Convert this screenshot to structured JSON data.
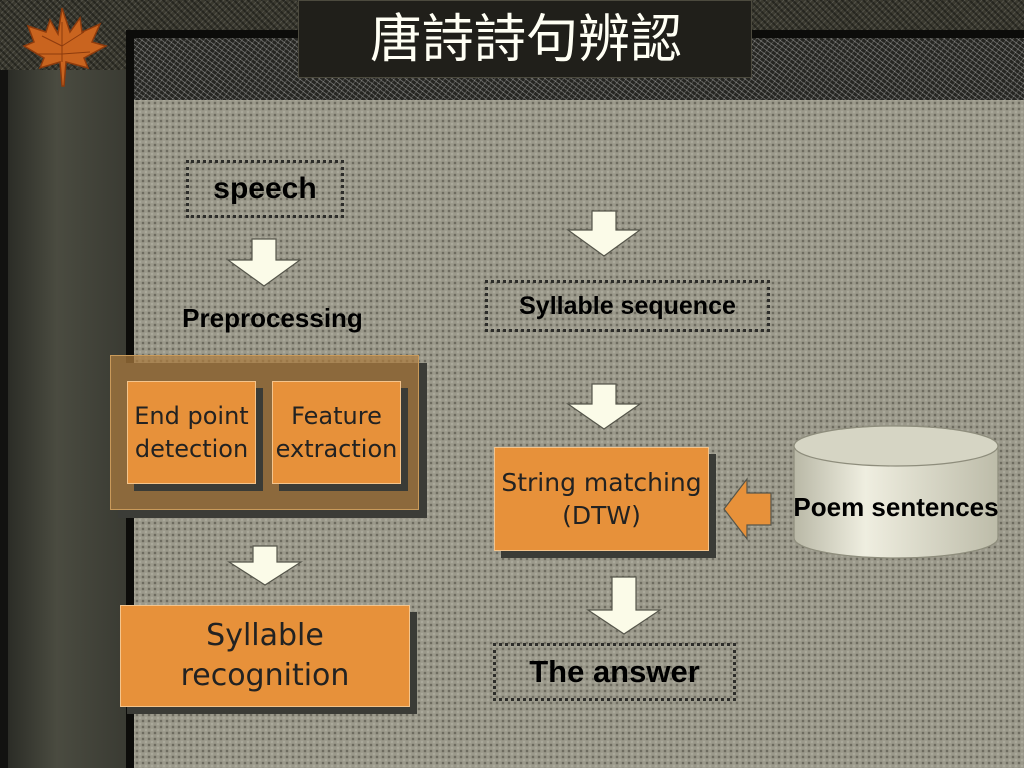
{
  "slide": {
    "title": "唐詩詩句辨認"
  },
  "diagram": {
    "speech": "speech",
    "preprocessing": "Preprocessing",
    "end_point": [
      "End point",
      "detection"
    ],
    "feature": [
      "Feature",
      "extraction"
    ],
    "syllable_recognition": [
      "Syllable",
      "recognition"
    ],
    "syllable_sequence": "Syllable sequence",
    "string_matching": [
      "String matching",
      "(DTW)"
    ],
    "poem_sentences": "Poem sentences",
    "answer": "The answer"
  },
  "colors": {
    "box_orange": "#e7913a",
    "arrow_fill": "#fbfbe8",
    "background": "#9b998b"
  }
}
